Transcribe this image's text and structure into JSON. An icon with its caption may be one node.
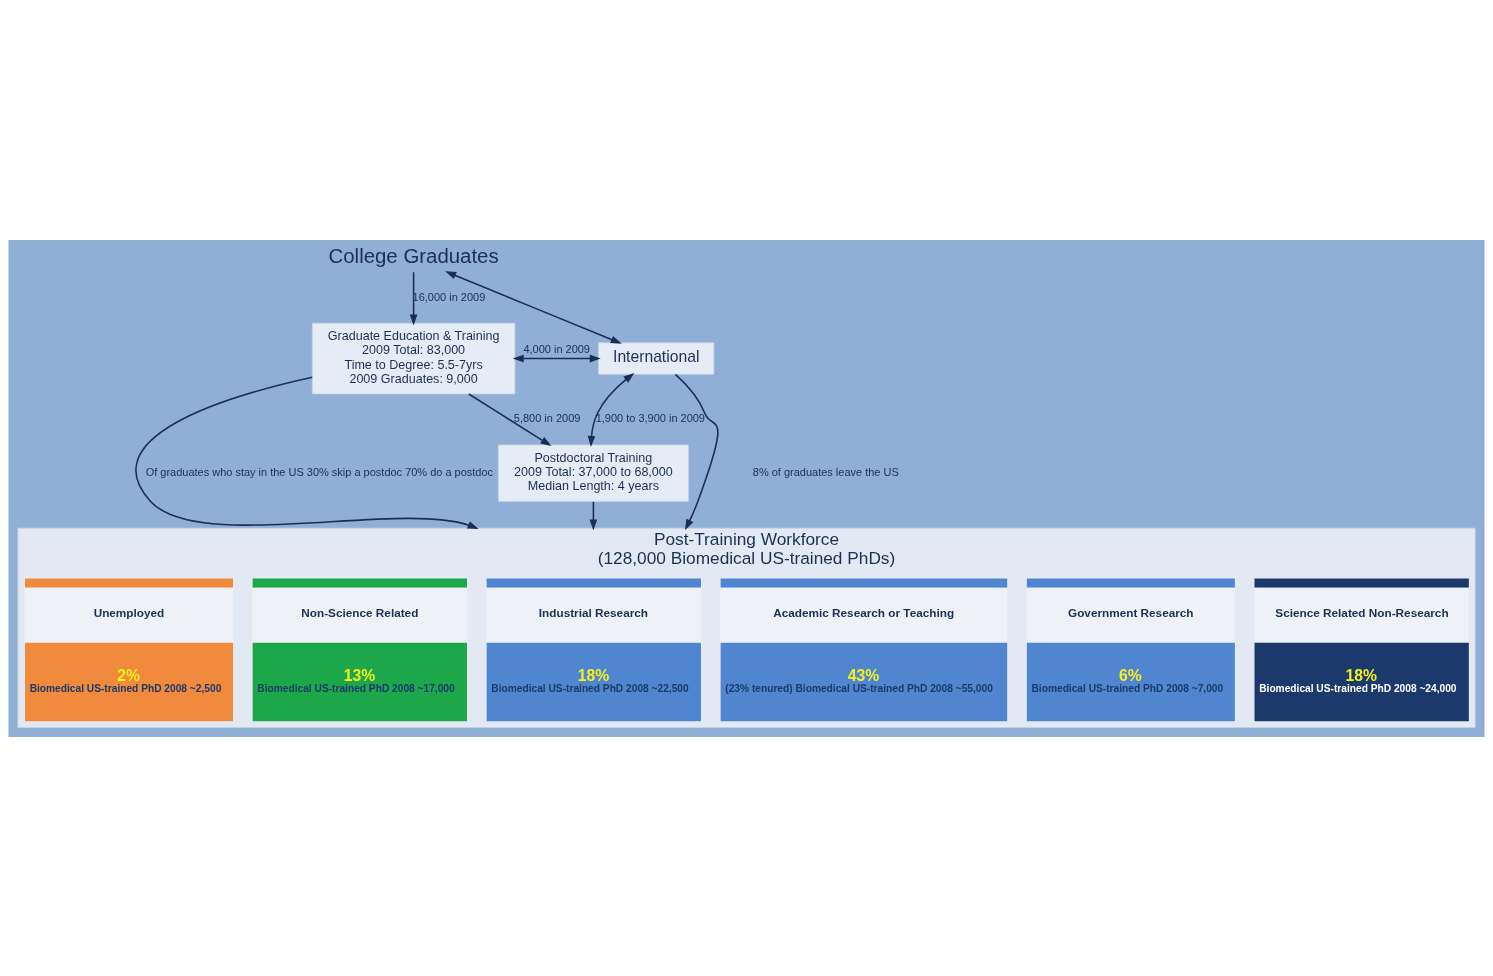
{
  "diagram": {
    "nodes": [
      {
        "text": [
          "College Graduates"
        ]
      },
      {
        "text": [
          "Graduate Education & Training",
          "2009 Total: 83,000",
          "Time to Degree: 5.5-7yrs",
          "2009 Graduates: 9,000"
        ]
      },
      {
        "text": [
          "International"
        ]
      },
      {
        "text": [
          "Postdoctoral Training",
          "2009 Total: 37,000 to 68,000",
          "Median Length: 4 years"
        ]
      },
      {
        "text": [
          "Post-Training Workforce",
          "(128,000 Biomedical US-trained PhDs)"
        ]
      },
      {
        "text": [
          "Science Related Non-Research",
          "18%",
          "Biomedical US-trained PhD 2008 ~24,000"
        ],
        "in": 4
      },
      {
        "text": [
          "Government Research",
          "6%",
          "Biomedical US-trained PhD 2008 ~7,000"
        ],
        "in": 4
      },
      {
        "text": [
          "Academic Research or Teaching",
          "43%",
          "(23% tenured) Biomedical US-trained PhD 2008 ~55,000"
        ],
        "in": 4
      },
      {
        "text": [
          "Industrial Research",
          "18%",
          "Biomedical US-trained PhD 2008 ~22,500"
        ],
        "in": 4
      },
      {
        "text": [
          "Non-Science Related",
          "13%",
          "Biomedical US-trained PhD 2008 ~17,000"
        ],
        "in": 4
      },
      {
        "text": [
          "Unemployed",
          "2%",
          "Biomedical US-trained PhD 2008 ~2,500"
        ],
        "in": 4
      }
    ],
    "edges": [
      {
        "from": 0,
        "to": 1,
        "arrow": "to",
        "label": "16,000 in 2009"
      },
      {
        "from": 0,
        "to": 2,
        "arrow": "both"
      },
      {
        "from": 1,
        "to": 2,
        "arrow": "both",
        "label": "4,000 in 2009"
      },
      {
        "from": 1,
        "to": 3,
        "arrow": "to",
        "label": "5,800 in 2009"
      },
      {
        "from": 1,
        "to": 4,
        "arrow": "to",
        "label": "Of graduates who stay in the US 30% skip a postdoc 70% do a postdoc"
      },
      {
        "from": 2,
        "to": 3,
        "arrow": "both",
        "label": "1,900 to 3,900 in 2009"
      },
      {
        "from": 3,
        "to": 4,
        "arrow": "to"
      },
      {
        "from": 2,
        "to": 4,
        "arrow": "to"
      }
    ],
    "labels": [
      "8% of graduates leave the US"
    ]
  }
}
